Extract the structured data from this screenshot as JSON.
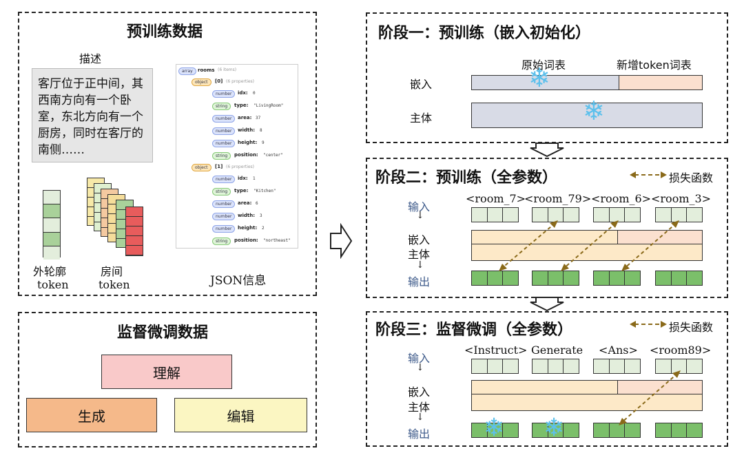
{
  "pretrain_data": {
    "title": "预训练数据",
    "desc_label": "描述",
    "desc_text": "客厅位于正中间，其西南方向有一个卧室，东北方向有一个厨房，同时在客厅的南侧……",
    "outline_label_1": "外轮廓",
    "outline_label_2": "token",
    "room_label_1": "房间",
    "room_label_2": "token",
    "json_label": "JSON信息",
    "json": {
      "root_tag": "array",
      "root_key": "rooms",
      "root_meta": "(6 items)",
      "objects": [
        {
          "tag": "object",
          "key": "[0]",
          "meta": "(6 properties)",
          "props": [
            {
              "tag": "number",
              "key": "idx:",
              "val": "0"
            },
            {
              "tag": "string",
              "key": "type:",
              "val": "\"LivingRoom\""
            },
            {
              "tag": "number",
              "key": "area:",
              "val": "37"
            },
            {
              "tag": "number",
              "key": "width:",
              "val": "8"
            },
            {
              "tag": "number",
              "key": "height:",
              "val": "9"
            },
            {
              "tag": "string",
              "key": "position:",
              "val": "\"center\""
            }
          ]
        },
        {
          "tag": "object",
          "key": "[1]",
          "meta": "(6 properties)",
          "props": [
            {
              "tag": "number",
              "key": "idx:",
              "val": "1"
            },
            {
              "tag": "string",
              "key": "type:",
              "val": "\"Kitchen\""
            },
            {
              "tag": "number",
              "key": "area:",
              "val": "6"
            },
            {
              "tag": "number",
              "key": "width:",
              "val": "3"
            },
            {
              "tag": "number",
              "key": "height:",
              "val": "2"
            },
            {
              "tag": "string",
              "key": "position:",
              "val": "\"northeast\""
            }
          ]
        }
      ]
    }
  },
  "sft_data": {
    "title": "监督微调数据",
    "understand": "理解",
    "generate": "生成",
    "edit": "编辑"
  },
  "stage1": {
    "title": "阶段一：预训练（嵌入初始化）",
    "orig_vocab": "原始词表",
    "new_vocab": "新增token词表",
    "embed": "嵌入",
    "body": "主体"
  },
  "stage2": {
    "title": "阶段二：预训练（全参数）",
    "loss": "损失函数",
    "input": "输入",
    "embed": "嵌入",
    "body": "主体",
    "output": "输出",
    "tokens": [
      "<room_7>",
      "<room_79>",
      "<room_6>",
      "<room_3>"
    ]
  },
  "stage3": {
    "title": "阶段三：监督微调（全参数）",
    "loss": "损失函数",
    "input": "输入",
    "embed": "嵌入",
    "body": "主体",
    "output": "输出",
    "tokens": [
      "<Instruct>",
      "Generate",
      "<Ans>",
      "<room89>"
    ]
  },
  "colors": {
    "orig_vocab": "#d8dbe6",
    "new_vocab": "#fbe0cf",
    "body_bar": "#fde9c8",
    "understand": "#f9c9c9",
    "generate": "#f5b98a",
    "edit": "#fbf6c2",
    "arrow": "#8a6a1a",
    "snow": "#5cc0ec"
  }
}
